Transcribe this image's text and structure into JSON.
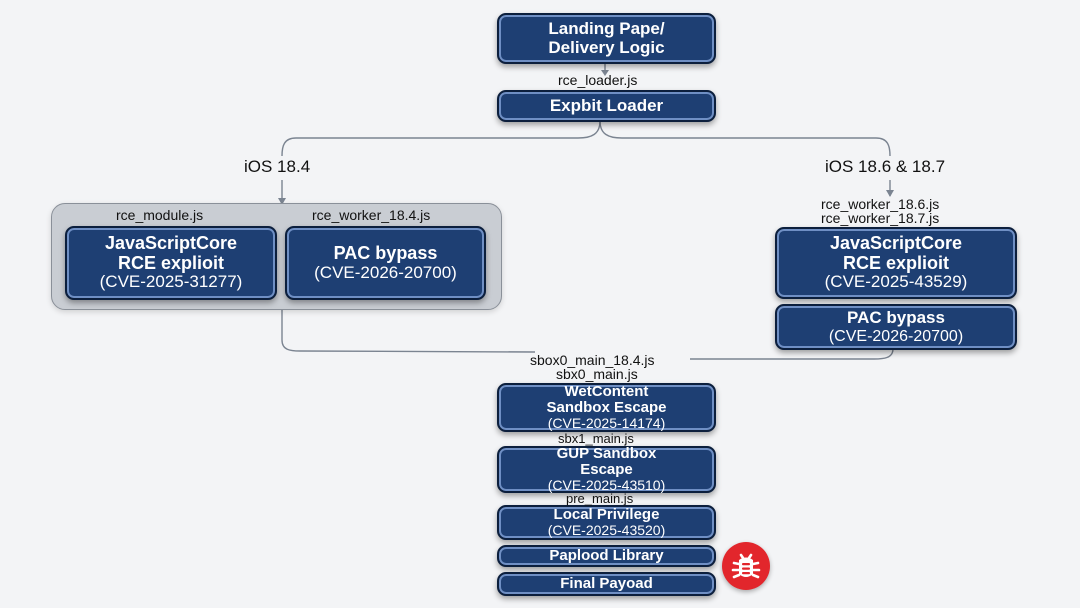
{
  "colors": {
    "node_fill": "#1e3f73",
    "node_border": "#0c1f3d",
    "group_fill": "#c9cdd3",
    "connector": "#7b8491",
    "alert": "#e2262c"
  },
  "nodes": {
    "landing": {
      "lines": [
        "Landing Pape/",
        "Delivery Logic"
      ]
    },
    "loader": {
      "lines": [
        "Expbit Loader"
      ]
    },
    "jsc_184": {
      "lines": [
        "JavaScriptCore",
        "RCE explioit",
        "(CVE-2025-31277)"
      ]
    },
    "pac_184": {
      "lines": [
        "PAC bypass",
        "(CVE-2026-20700)"
      ]
    },
    "jsc_186": {
      "lines": [
        "JavaScriptCore",
        "RCE explioit",
        "(CVE-2025-43529)"
      ]
    },
    "pac_186": {
      "lines": [
        "PAC bypass",
        "(CVE-2026-20700)"
      ]
    },
    "webcontent": {
      "lines": [
        "WetContent",
        "Sandbox Escape",
        "(CVE-2025-14174)"
      ]
    },
    "gpu": {
      "lines": [
        "GUP Sandbox",
        "Escape",
        "(CVE-2025-43510)"
      ]
    },
    "local_priv": {
      "lines": [
        "Local Privilege",
        "(CVE-2025-43520)"
      ]
    },
    "payload_lib": {
      "lines": [
        "Paplood Library"
      ]
    },
    "final_payload": {
      "lines": [
        "Final Payoad"
      ]
    }
  },
  "labels": {
    "rce_loader": "rce_loader.js",
    "ios_184": "iOS 18.4",
    "ios_186": "iOS 18.6 & 18.7",
    "rce_module": "rce_module.js",
    "rce_worker_184": "rce_worker_18.4.js",
    "rce_worker_186": "rce_worker_18.6.js",
    "rce_worker_187": "rce_worker_18.7.js",
    "sbox0_184": "sbox0_main_18.4.js",
    "sbx0_main": "sbx0_main.js",
    "sbx1_main": "sbx1_main.js",
    "pre_main": "pre_main.js"
  },
  "icons": {
    "alert": "bug-icon"
  }
}
